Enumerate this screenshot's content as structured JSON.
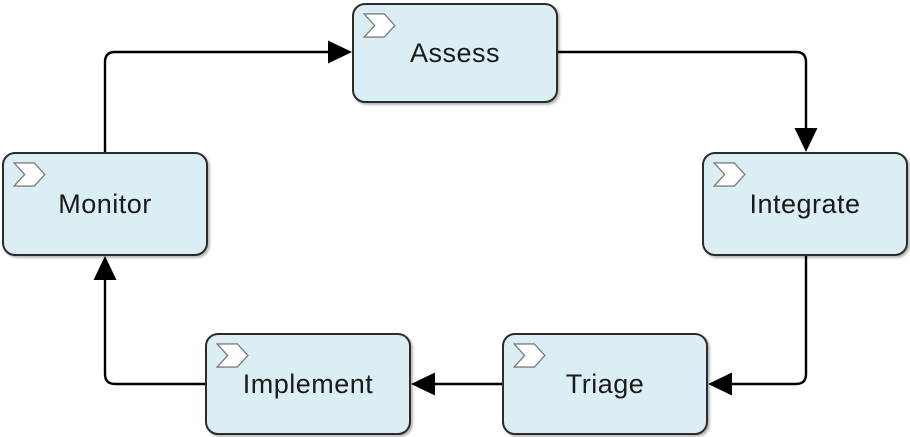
{
  "diagram": {
    "type": "process-cycle",
    "nodes": [
      {
        "id": "assess",
        "label": "Assess",
        "icon": "process-chevron-icon"
      },
      {
        "id": "monitor",
        "label": "Monitor",
        "icon": "process-chevron-icon"
      },
      {
        "id": "integrate",
        "label": "Integrate",
        "icon": "process-chevron-icon"
      },
      {
        "id": "implement",
        "label": "Implement",
        "icon": "process-chevron-icon"
      },
      {
        "id": "triage",
        "label": "Triage",
        "icon": "process-chevron-icon"
      }
    ],
    "edges": [
      {
        "from": "monitor",
        "to": "assess",
        "style": "solid-arrow"
      },
      {
        "from": "assess",
        "to": "integrate",
        "style": "solid-arrow"
      },
      {
        "from": "integrate",
        "to": "triage",
        "style": "solid-arrow"
      },
      {
        "from": "triage",
        "to": "implement",
        "style": "solid-arrow"
      },
      {
        "from": "implement",
        "to": "monitor",
        "style": "solid-arrow"
      }
    ]
  },
  "colors": {
    "background": "#ffffff",
    "node-fill": "#daeef3",
    "node-border": "#2b2b2b",
    "edge": "#000000",
    "icon-fill": "#ffffff",
    "icon-border": "#7f7f7f",
    "text": "#1a1a1a"
  }
}
